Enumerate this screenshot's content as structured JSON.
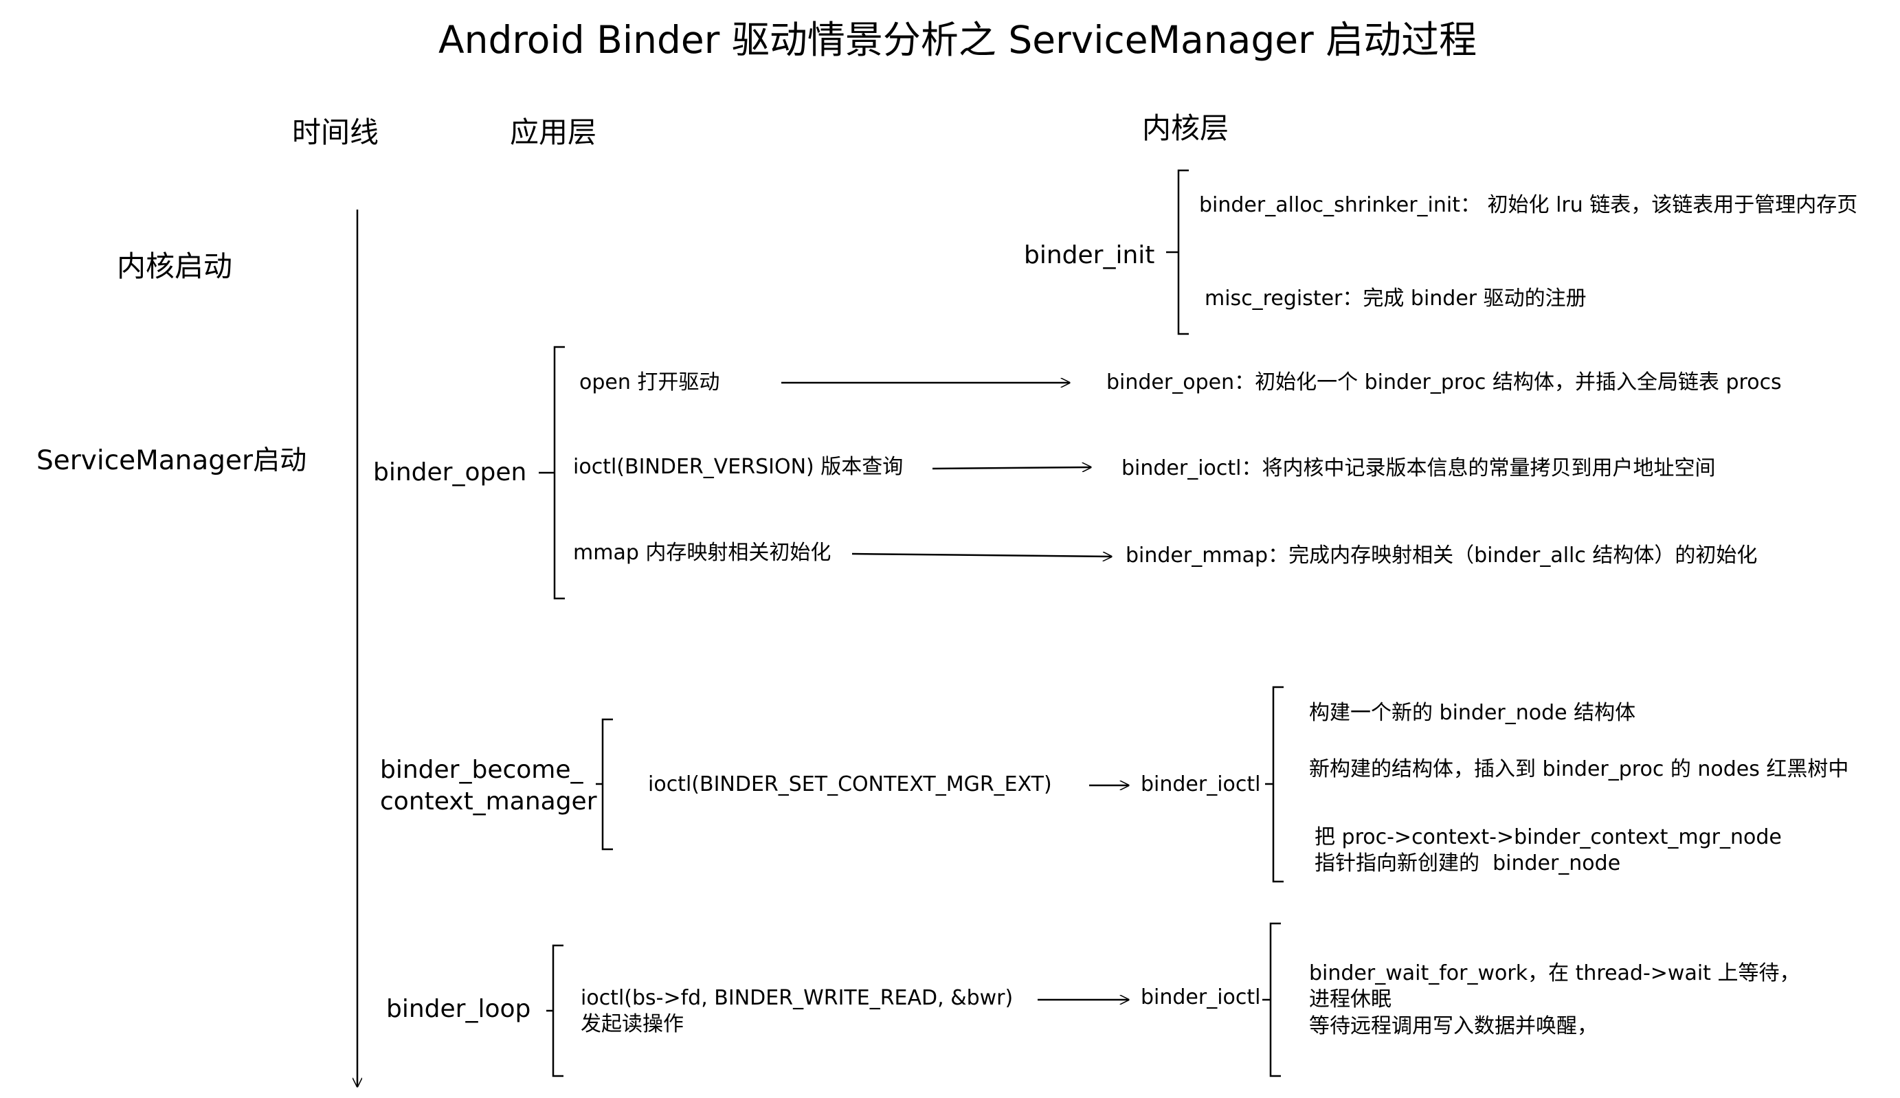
{
  "title": "Android Binder 驱动情景分析之 ServiceManager 启动过程",
  "headers": {
    "timeline": "时间线",
    "app_layer": "应用层",
    "kernel_layer": "内核层"
  },
  "phases": {
    "kernel_boot": "内核启动",
    "sm_boot": "ServiceManager启动"
  },
  "binder_init": {
    "label": "binder_init",
    "items": [
      "binder_alloc_shrinker_init： 初始化 lru 链表，该链表用于管理内存页",
      "misc_register：完成 binder 驱动的注册"
    ]
  },
  "binder_open": {
    "label": "binder_open",
    "calls": [
      "open 打开驱动",
      "ioctl(BINDER_VERSION) 版本查询",
      "mmap 内存映射相关初始化"
    ],
    "kernel": [
      "binder_open：初始化一个 binder_proc 结构体，并插入全局链表 procs",
      "binder_ioctl：将内核中记录版本信息的常量拷贝到用户地址空间",
      "binder_mmap：完成内存映射相关（binder_allc 结构体）的初始化"
    ]
  },
  "become_mgr": {
    "label": "binder_become_\ncontext_manager",
    "call": "ioctl(BINDER_SET_CONTEXT_MGR_EXT)",
    "kernel": "binder_ioctl",
    "details": [
      "构建一个新的 binder_node 结构体",
      "新构建的结构体，插入到 binder_proc 的 nodes 红黑树中",
      "把 proc->context->binder_context_mgr_node\n指针指向新创建的  binder_node"
    ]
  },
  "binder_loop": {
    "label": "binder_loop",
    "call": "ioctl(bs->fd, BINDER_WRITE_READ, &bwr)\n发起读操作",
    "kernel": "binder_ioctl",
    "details": "binder_wait_for_work，在 thread->wait 上等待，\n进程休眠\n等待远程调用写入数据并唤醒，"
  }
}
